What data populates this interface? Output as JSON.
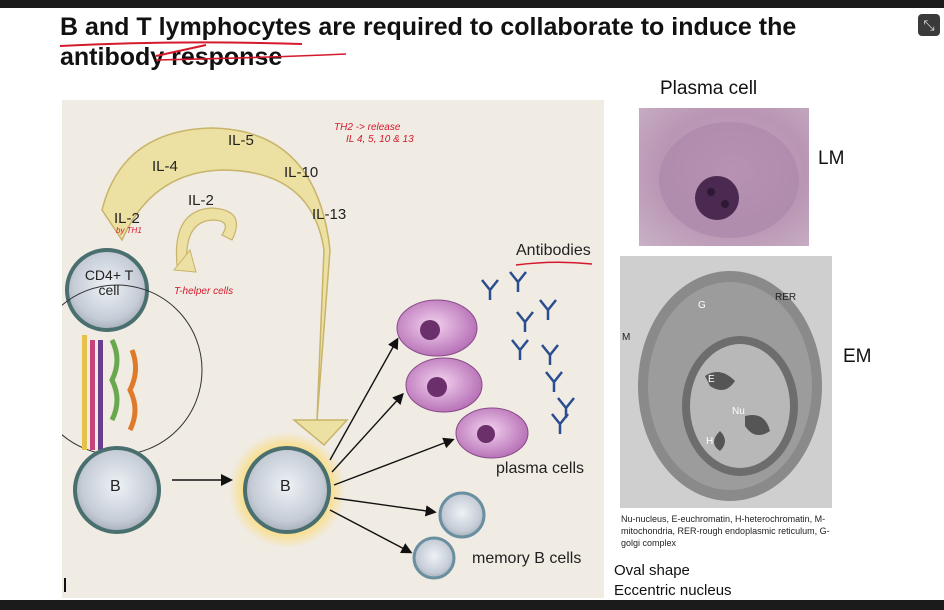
{
  "slide": {
    "title": "B and T lymphocytes are required to collaborate to induce the antibody response"
  },
  "diagram": {
    "interleukins": [
      "IL-5",
      "IL-4",
      "IL-10",
      "IL-2",
      "IL-13",
      "IL-2"
    ],
    "t_cell_label": "CD4+ T cell",
    "b_cell_label": "B",
    "b_cell_activated_label": "B",
    "antibodies_label": "Antibodies",
    "plasma_cells_label": "plasma cells",
    "memory_cells_label": "memory B cells",
    "annotations": [
      "TH2 -> release",
      "IL 4, 5, 10 & 13",
      "by TH1",
      "T-helper cells"
    ]
  },
  "plasma_cell": {
    "title": "Plasma cell",
    "lm_label": "LM",
    "em_label": "EM",
    "em_markers": [
      "RER",
      "G",
      "M",
      "E",
      "Nu",
      "H"
    ],
    "caption": "Nu-nucleus, E-euchromatin, H-heterochromatin, M-mitochondria, RER-rough endoplasmic reticulum, G-golgi complex",
    "features": [
      "Oval shape",
      "Eccentric nucleus"
    ]
  },
  "colors": {
    "annotation": "#d41a2c",
    "plasma_cell": "#b36bb3",
    "arrow": "#ece0a2"
  }
}
